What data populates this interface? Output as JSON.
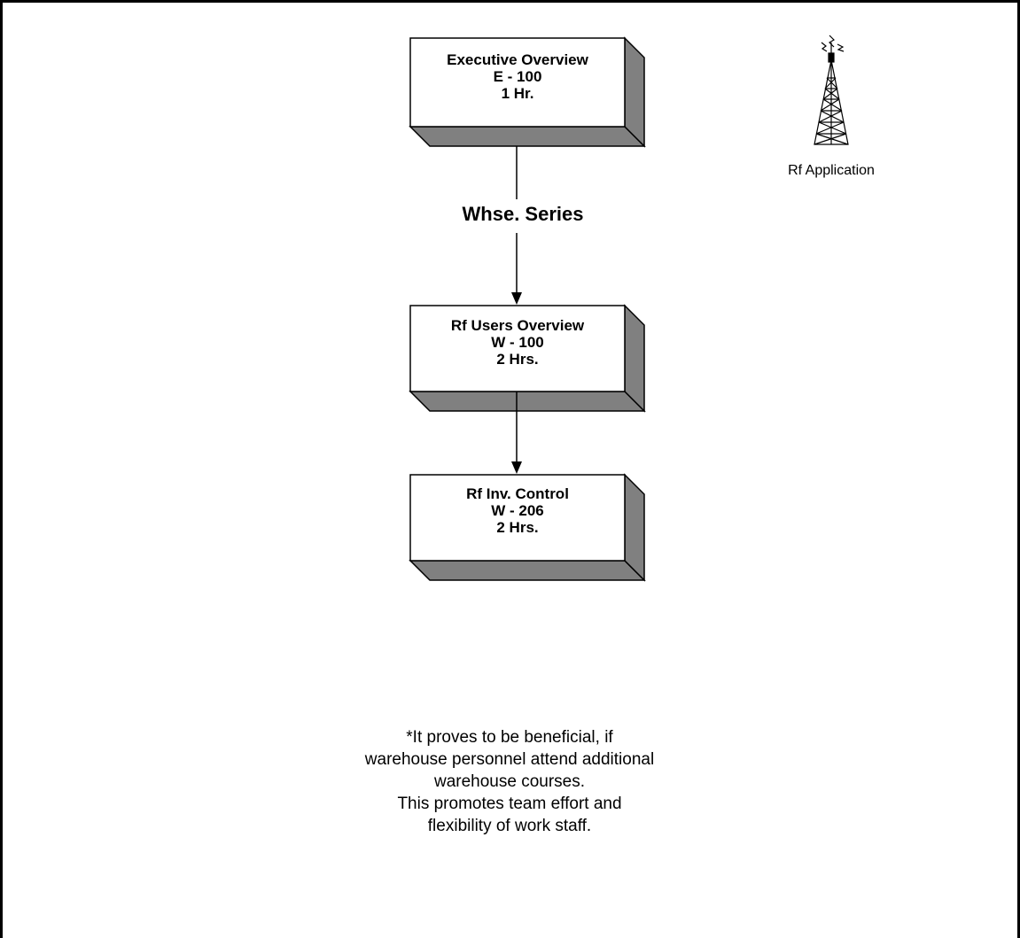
{
  "boxes": [
    {
      "title": "Executive Overview",
      "code": "E - 100",
      "duration": "1 Hr."
    },
    {
      "title": "Rf Users Overview",
      "code": "W - 100",
      "duration": "2 Hrs."
    },
    {
      "title": "Rf Inv. Control",
      "code": "W - 206",
      "duration": "2 Hrs."
    }
  ],
  "series_label": "Whse. Series",
  "antenna": {
    "label": "Rf Application",
    "icon": "radio-tower-icon"
  },
  "note_lines": [
    "*It proves to be beneficial, if",
    "warehouse personnel attend additional",
    "warehouse courses.",
    "This promotes team effort and",
    "flexibility of work staff."
  ],
  "colors": {
    "box_face": "#ffffff",
    "box_side": "#808080",
    "line": "#000000"
  }
}
